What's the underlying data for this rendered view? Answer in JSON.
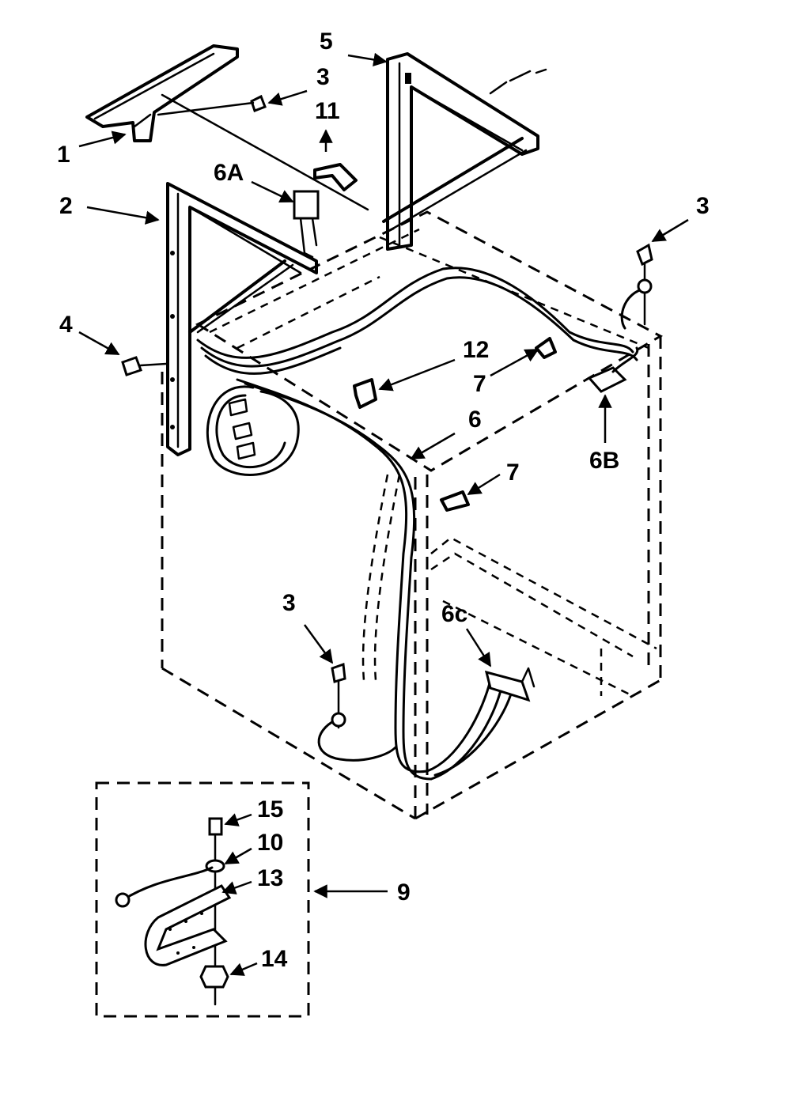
{
  "callouts": {
    "c1": "1",
    "c2": "2",
    "c3_top": "3",
    "c3_right": "3",
    "c3_bottom": "3",
    "c4": "4",
    "c5": "5",
    "c6": "6",
    "c6a": "6A",
    "c6b": "6B",
    "c6c": "6c",
    "c7_upper": "7",
    "c7_lower": "7",
    "c9": "9",
    "c10": "10",
    "c11": "11",
    "c12": "12",
    "c13": "13",
    "c14": "14",
    "c15": "15"
  }
}
